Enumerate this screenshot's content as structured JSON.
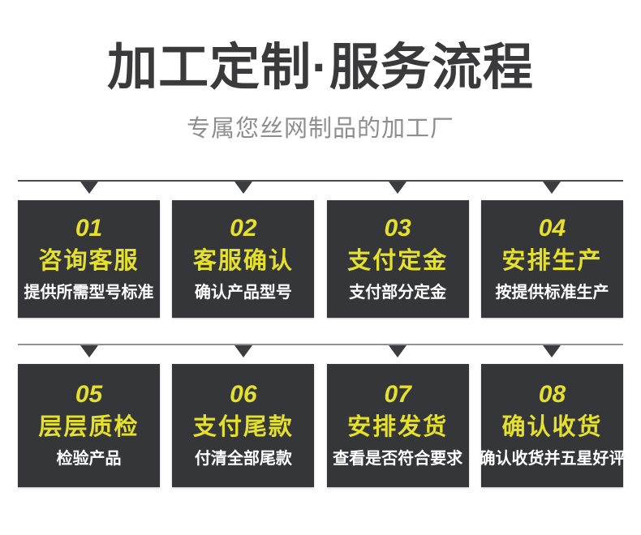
{
  "header": {
    "title": "加工定制·服务流程",
    "subtitle": "专属您丝网制品的加工厂"
  },
  "steps": [
    {
      "number": "01",
      "title": "咨询客服",
      "desc": "提供所需型号标准"
    },
    {
      "number": "02",
      "title": "客服确认",
      "desc": "确认产品型号"
    },
    {
      "number": "03",
      "title": "支付定金",
      "desc": "支付部分定金"
    },
    {
      "number": "04",
      "title": "安排生产",
      "desc": "按提供标准生产"
    },
    {
      "number": "05",
      "title": "层层质检",
      "desc": "检验产品"
    },
    {
      "number": "06",
      "title": "支付尾款",
      "desc": "付清全部尾款"
    },
    {
      "number": "07",
      "title": "安排发货",
      "desc": "查看是否符合要求"
    },
    {
      "number": "08",
      "title": "确认收货",
      "desc": "确认收货并五星好评"
    }
  ],
  "colors": {
    "title": "#3a3a3c",
    "subtitle": "#8e8e8e",
    "box_background": "#35363a",
    "accent_yellow": "#e4e02c",
    "step_desc_text": "#ffffff",
    "connector_line_row1": "#4c4c4e",
    "connector_line_row2": "#929294",
    "arrow_triangle": "#3b3c40",
    "page_background": "#ffffff"
  },
  "icons": {
    "arrow_down": "triangle-down"
  }
}
